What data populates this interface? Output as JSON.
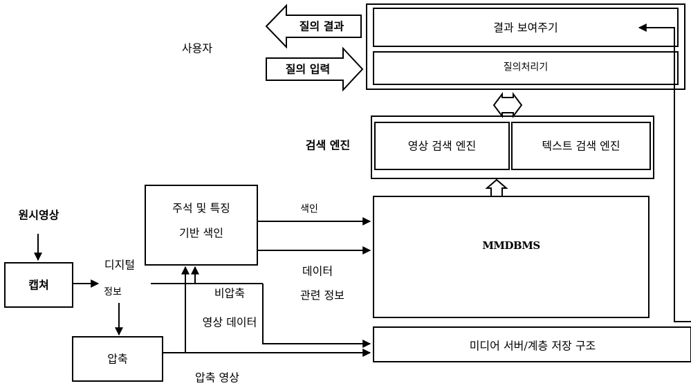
{
  "labels": {
    "user": "사용자",
    "query_result": "질의 결과",
    "query_input": "질의 입력",
    "search_engine": "검색 엔진",
    "raw_video": "원시영상",
    "capture": "캡쳐",
    "digital_info_1": "디지털",
    "digital_info_2": "정보",
    "compress": "압축",
    "annotation_1": "주석 및 특징",
    "annotation_2": "기반 색인",
    "index": "색인",
    "data_info_1": "데이터",
    "data_info_2": "관련 정보",
    "uncompressed_1": "비압축",
    "uncompressed_2": "영상 데이터",
    "compressed_video": "압축 영상",
    "mmdbms": "MMDBMS",
    "media_server": "미디어 서버/계층 저장 구조",
    "show_results": "결과 보여주기",
    "query_process": "질의처리기",
    "image_search": "영상 검색 엔진",
    "text_search": "텍스트 검색 엔진"
  }
}
